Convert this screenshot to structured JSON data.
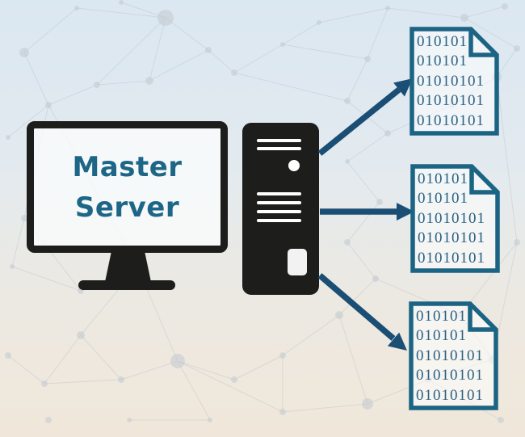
{
  "diagram": {
    "monitor": {
      "label_line1": "Master",
      "label_line2": "Server"
    },
    "documents": [
      {
        "lines": [
          "010101",
          "010101",
          "01010101",
          "01010101",
          "01010101"
        ]
      },
      {
        "lines": [
          "010101",
          "010101",
          "01010101",
          "01010101",
          "01010101"
        ]
      },
      {
        "lines": [
          "010101",
          "010101",
          "01010101",
          "01010101",
          "01010101"
        ]
      }
    ],
    "icons": {
      "monitor": "monitor-icon",
      "server": "server-tower-icon",
      "document": "binary-file-icon",
      "arrow": "arrow-icon"
    },
    "colors": {
      "label_text": "#1e6687",
      "document_border": "#1c6484",
      "binary_text": "#2b6183",
      "arrow": "#1b4e75",
      "device_black": "#1d1d1b",
      "background_top": "#dbe7f1",
      "background_bottom": "#f0e7da"
    }
  }
}
